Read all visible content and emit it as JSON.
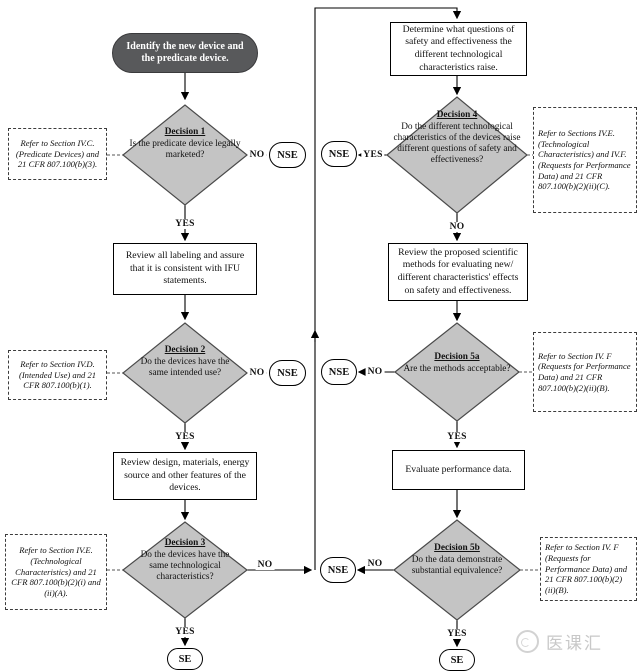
{
  "start": {
    "label": "Identify the new device and the predicate device."
  },
  "labels": {
    "yes": "YES",
    "no": "NO",
    "nse": "NSE",
    "se": "SE"
  },
  "decisions": {
    "d1": {
      "title": "Decision 1",
      "question": "Is the predicate device legally marketed?"
    },
    "d2": {
      "title": "Decision 2",
      "question": "Do the devices have the same intended use?"
    },
    "d3": {
      "title": "Decision 3",
      "question": "Do the devices have the same technological characteristics?"
    },
    "d4": {
      "title": "Decision 4",
      "question": "Do the different technological characteristics of the devices raise different questions of safety and effectiveness?"
    },
    "d5a": {
      "title": "Decision 5a",
      "question": "Are the methods acceptable?"
    },
    "d5b": {
      "title": "Decision 5b",
      "question": "Do the data demonstrate substantial equivalence?"
    }
  },
  "processes": {
    "labeling": "Review all labeling and assure that it is consistent with IFU statements.",
    "design": "Review design, materials, energy source and other features of the devices.",
    "determine": "Determine what questions of safety and effectiveness the different technological characteristics raise.",
    "methods": "Review the proposed scientific methods for evaluating new/ different characteristics' effects on safety and effectiveness.",
    "evaluate": "Evaluate performance data."
  },
  "notes": {
    "left1": "Refer to Section IV.C. (Predicate Devices) and 21 CFR 807.100(b)(3).",
    "left2": "Refer to Section IV.D. (Intended Use) and 21 CFR 807.100(b)(1).",
    "left3": "Refer to Section IV.E. (Technological Characteristics) and 21 CFR 807.100(b)(2)(i) and (ii)(A).",
    "right1": "Refer to Sections IV.E. (Technological Characteristics) and IV.F. (Requests for Performance Data) and 21 CFR 807.100(b)(2)(ii)(C).",
    "right2": "Refer to Section IV. F (Requests for Performance Data) and 21 CFR 807.100(b)(2)(ii)(B).",
    "right3": "Refer to Section IV. F (Requests for Performance Data) and 21 CFR 807.100(b)(2)(ii)(B)."
  },
  "watermark": {
    "text": "医课汇"
  },
  "colors": {
    "start_fill": "#58595b",
    "diamond_fill": "#c4c4c4",
    "diamond_border": "#4a4a4a",
    "line": "#000000",
    "watermark": "#c8c8c8"
  }
}
